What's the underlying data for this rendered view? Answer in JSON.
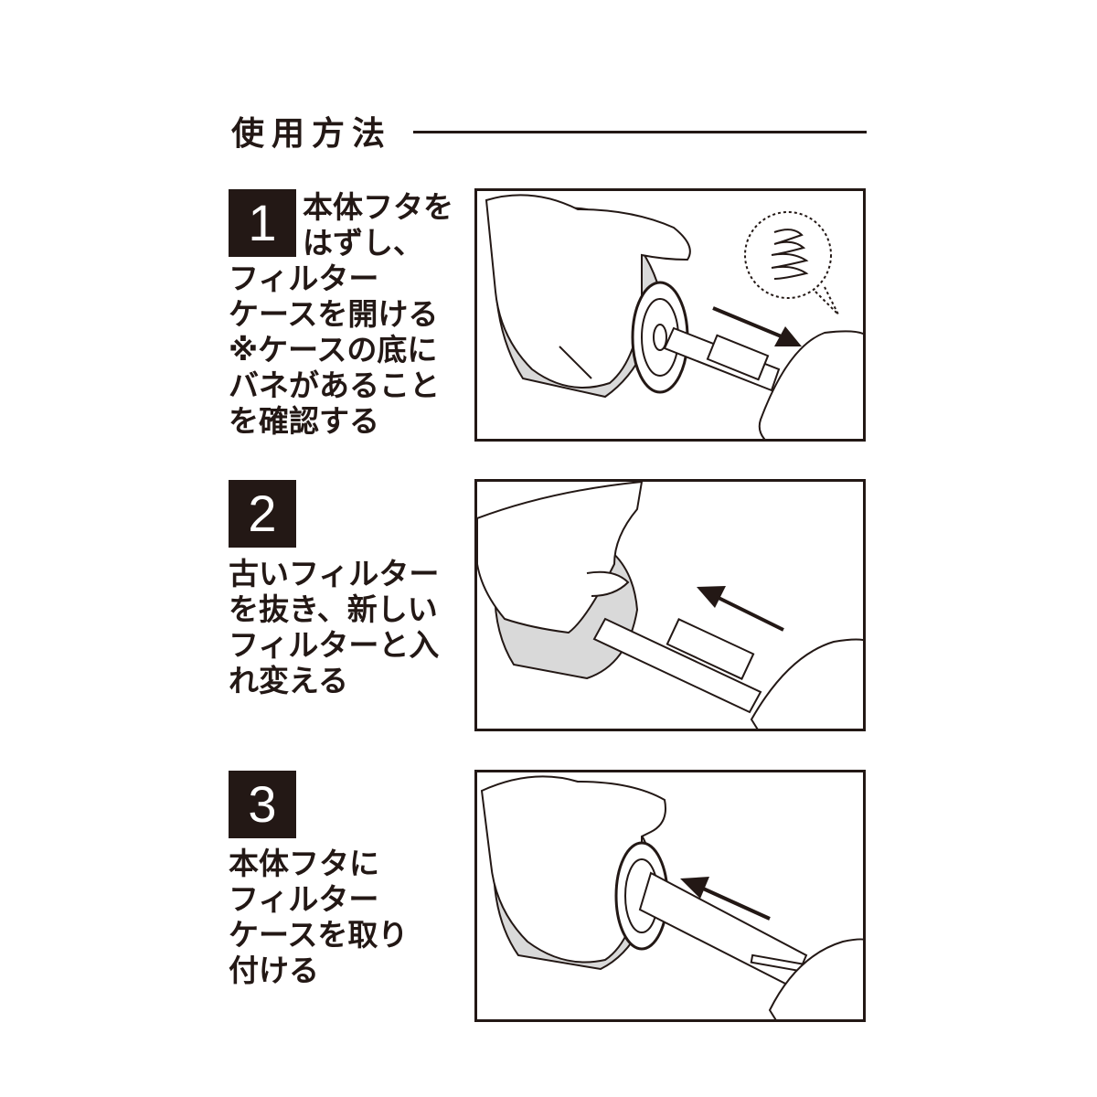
{
  "title": "使用方法",
  "steps": [
    {
      "number": "1",
      "lines": [
        "本体フタを",
        "はずし、",
        "フィルター",
        "ケースを開ける",
        "※ケースの底に",
        "バネがあること",
        "を確認する"
      ]
    },
    {
      "number": "2",
      "lines": [
        "古いフィルター",
        "を抜き、新しい",
        "フィルターと入",
        "れ変える"
      ]
    },
    {
      "number": "3",
      "lines": [
        "本体フタに",
        "フィルター",
        "ケースを取り",
        "付ける"
      ]
    }
  ],
  "colors": {
    "ink": "#231815",
    "shade": "#d9d9d9",
    "background": "#ffffff"
  },
  "icons": [
    "spring-icon",
    "arrow-right-icon",
    "arrow-left-icon"
  ]
}
